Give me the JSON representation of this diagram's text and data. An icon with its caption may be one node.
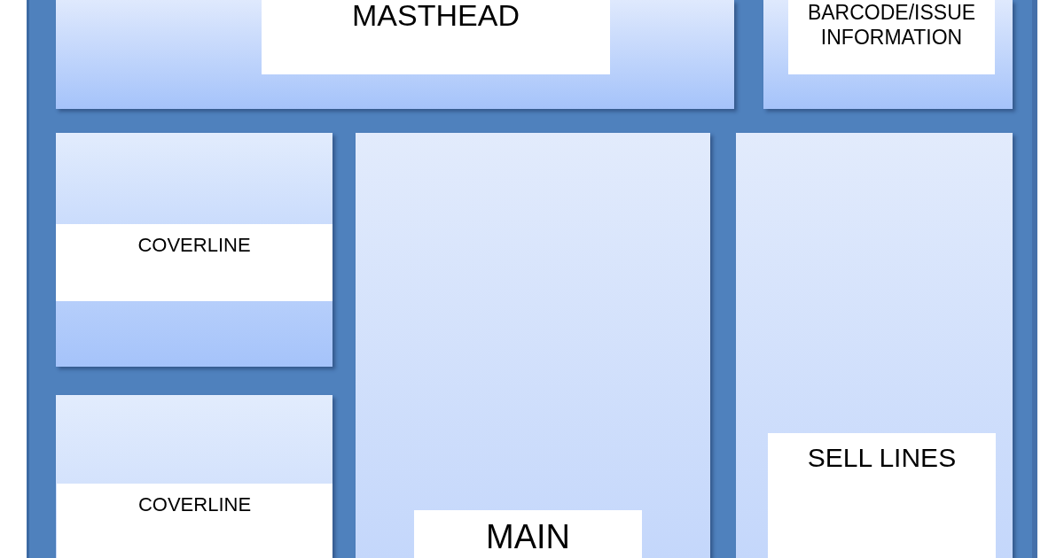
{
  "diagram": {
    "nodes": [
      {
        "text": [],
        "shape": "box"
      },
      {
        "text": [],
        "shape": "box",
        "in": 0
      },
      {
        "text": [
          "MASTHEAD"
        ],
        "in": 1
      },
      {
        "text": [],
        "shape": "box",
        "in": 0
      },
      {
        "text": [
          "BARCODE/ISSUE INFORMATION"
        ],
        "in": 3
      },
      {
        "text": [],
        "shape": "box",
        "in": 0
      },
      {
        "text": [
          "COVERLINE"
        ],
        "in": 5
      },
      {
        "text": [],
        "shape": "box",
        "in": 0
      },
      {
        "text": [
          "COVERLINE"
        ],
        "in": 7
      },
      {
        "text": [],
        "shape": "box",
        "in": 0
      },
      {
        "text": [
          "MAIN"
        ],
        "in": 9
      },
      {
        "text": [],
        "shape": "box",
        "in": 0
      },
      {
        "text": [
          "SELL LINES"
        ],
        "in": 11
      }
    ]
  }
}
